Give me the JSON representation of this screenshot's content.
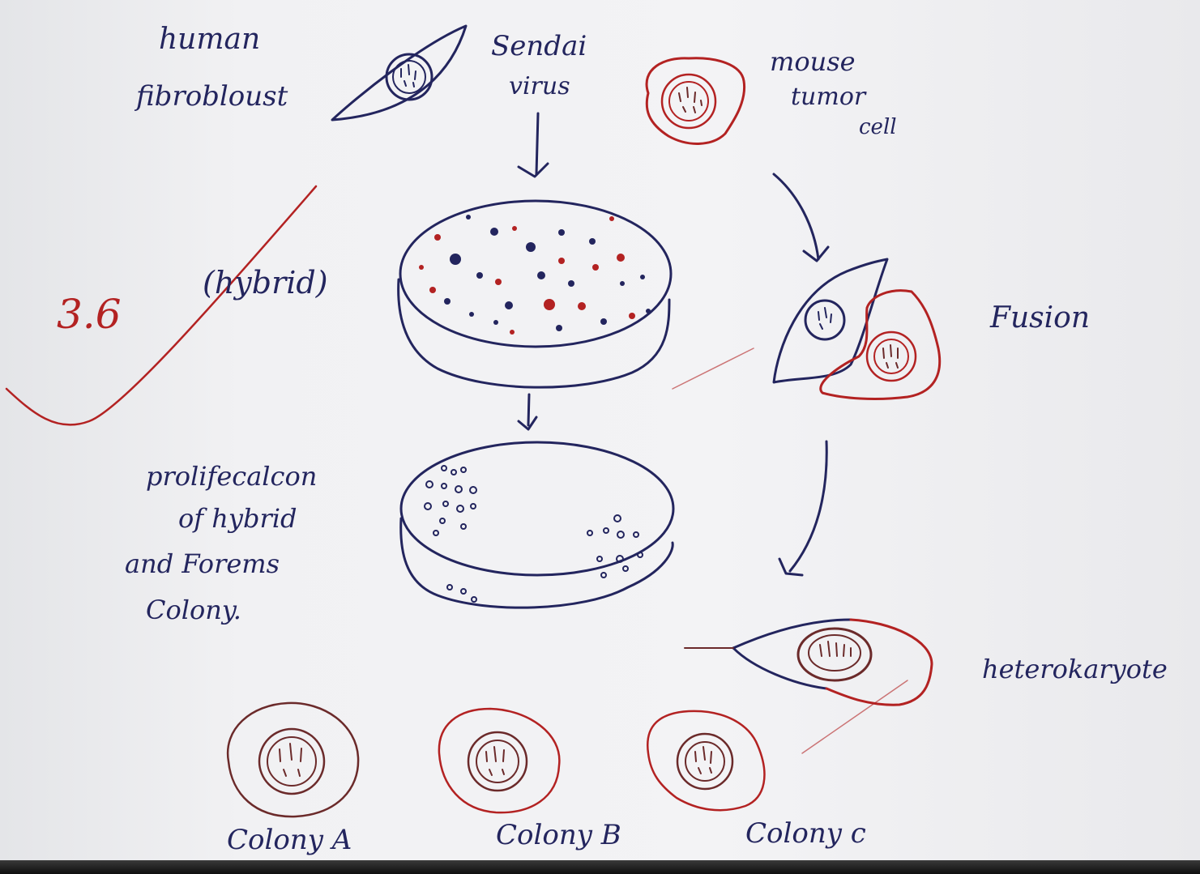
{
  "labels": {
    "human_line1": "human",
    "human_line2": "fibrobloust",
    "sendai_line1": "Sendai",
    "sendai_line2": "virus",
    "mouse_line1": "mouse",
    "mouse_line2": "tumor",
    "mouse_line3": "cell",
    "hybrid": "(hybrid)",
    "fusion": "Fusion",
    "prolif_line1": "prolifecalcon",
    "prolif_line2": "of hybrid",
    "prolif_line3": "and Forems",
    "prolif_line4": "Colony.",
    "heterokaryote": "heterokaryote",
    "colony_a": "Colony A",
    "colony_b": "Colony B",
    "colony_c": "Colony c",
    "grade_mark": "3.6"
  },
  "colors": {
    "ink_blue": "#23255e",
    "ink_red": "#b32222",
    "ink_brown": "#6b2a2a",
    "paper": "#f1f1f3"
  }
}
